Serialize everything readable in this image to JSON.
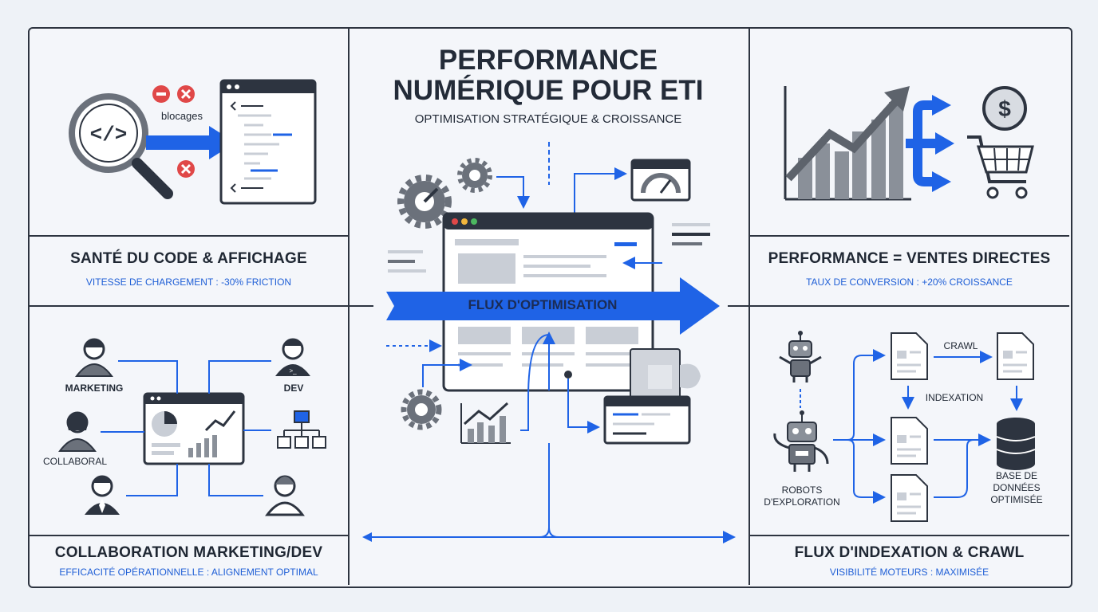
{
  "header": {
    "title_line1": "PERFORMANCE",
    "title_line2": "NUMÉRIQUE POUR ETI",
    "subtitle": "OPTIMISATION STRATÉGIQUE & CROISSANCE"
  },
  "panel_code": {
    "title": "SANTÉ DU CODE & AFFICHAGE",
    "subtitle": "VITESSE DE CHARGEMENT : -30% FRICTION",
    "blocages_label": "blocages"
  },
  "panel_sales": {
    "title": "PERFORMANCE = VENTES DIRECTES",
    "subtitle": "TAUX DE CONVERSION : +20% CROISSANCE"
  },
  "panel_collab": {
    "title": "COLLABORATION MARKETING/DEV",
    "subtitle": "EFFICACITÉ OPÉRATIONNELLE : ALIGNEMENT OPTIMAL",
    "marketing_label": "MARKETING",
    "dev_label": "DEV",
    "collab_label": "COLLABORAL"
  },
  "panel_index": {
    "title": "FLUX D'INDEXATION & CRAWL",
    "subtitle": "VISIBILITÉ MOTEURS : MAXIMISÉE",
    "crawl_label": "CRAWL",
    "indexation_label": "INDEXATION",
    "robots_line1": "ROBOTS",
    "robots_line2": "D'EXPLORATION",
    "db_line1": "BASE DE",
    "db_line2": "DONNÉES",
    "db_line3": "OPTIMISÉE"
  },
  "center": {
    "flow_label": "FLUX D'OPTIMISATION"
  },
  "colors": {
    "accent_blue": "#1f63e6",
    "dark": "#2d3440",
    "gray": "#6b717b",
    "light_gray": "#c9ced6",
    "error_red": "#e04848"
  }
}
